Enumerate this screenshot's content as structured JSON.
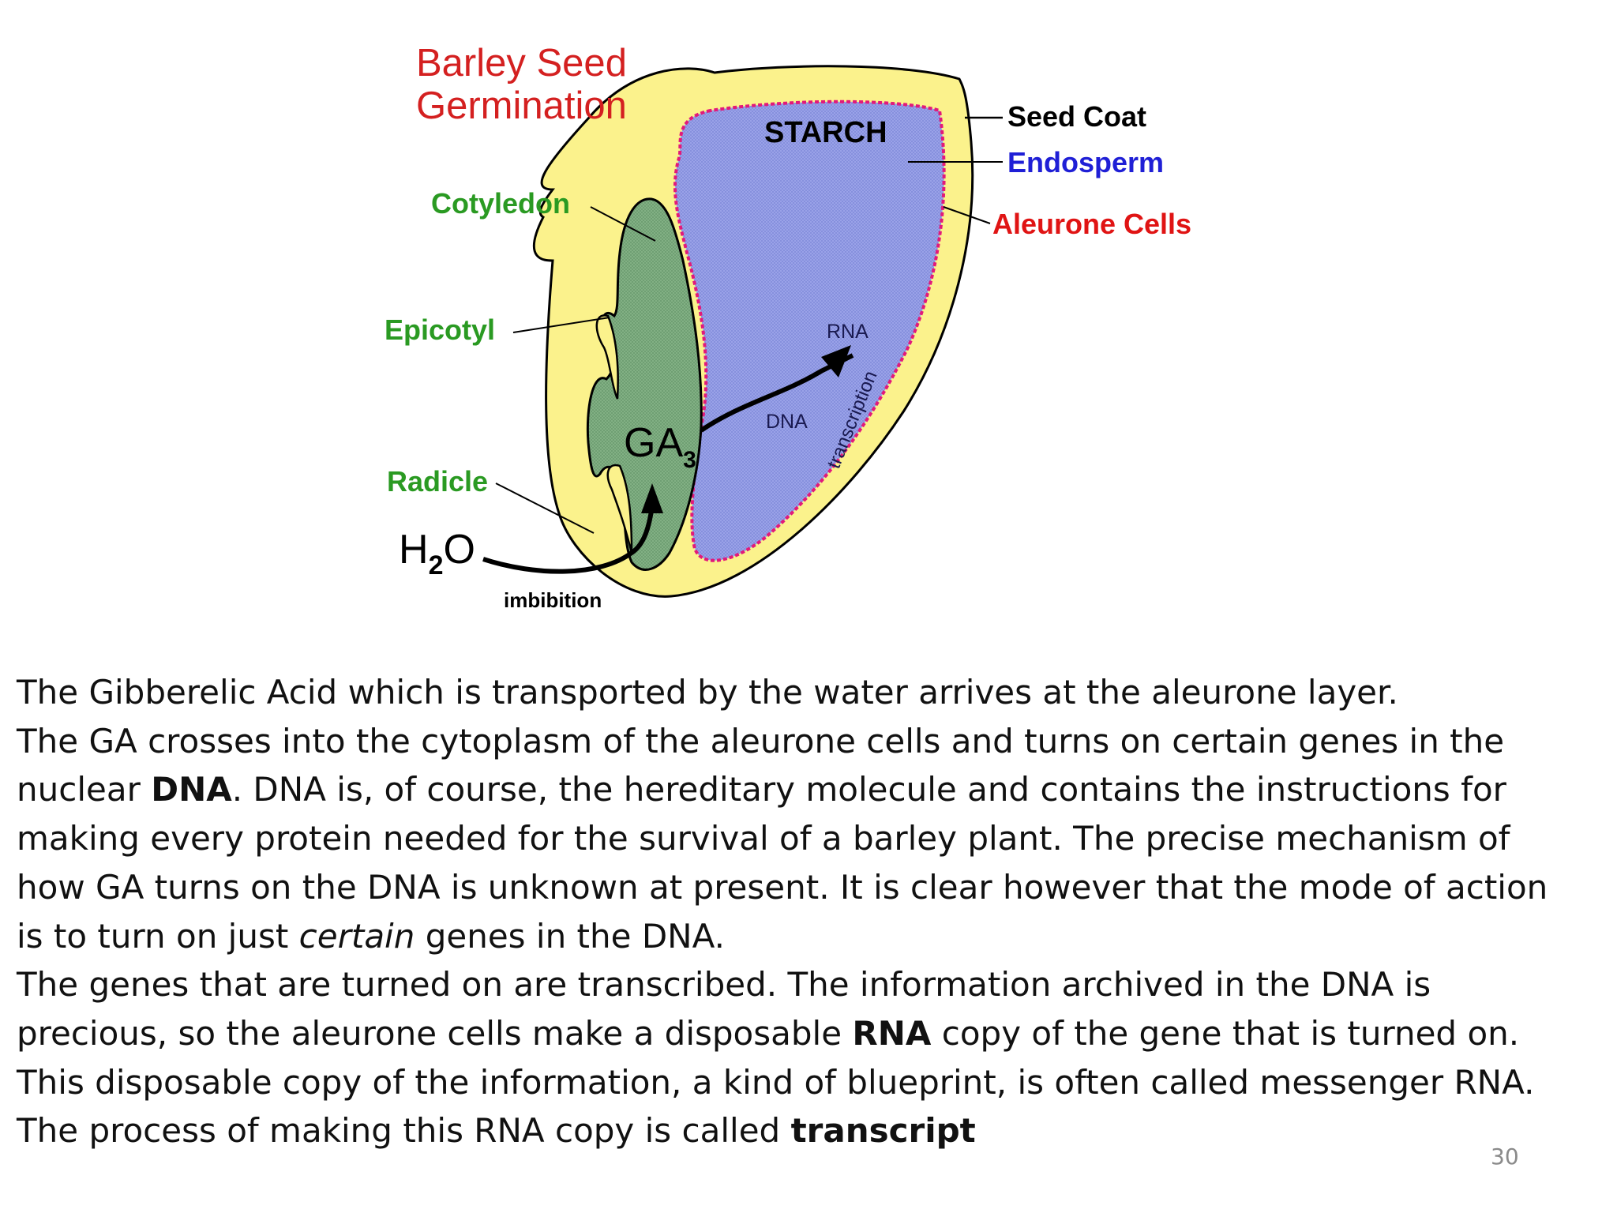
{
  "diagram": {
    "title_line1": "Barley Seed",
    "title_line2": "Germination",
    "labels": {
      "starch": "STARCH",
      "seed_coat": "Seed Coat",
      "endosperm": "Endosperm",
      "aleurone": "Aleurone Cells",
      "cotyledon": "Cotyledon",
      "epicotyl": "Epicotyl",
      "radicle": "Radicle",
      "h2o_h": "H",
      "h2o_sub": "2",
      "h2o_o": "O",
      "imbibition": "imbibition",
      "ga_base": "GA",
      "ga_sub": "3",
      "dna": "DNA",
      "rna": "RNA",
      "transcription": "transcription"
    },
    "colors": {
      "title": "#d42020",
      "seed_coat_fill": "#fbf28c",
      "embryo_fill": "#7fae82",
      "endosperm_fill": "#9aa2e8",
      "aleurone_line": "#e2197a",
      "green_label": "#2a9a22",
      "blue_label": "#1f1fd6",
      "red_label": "#e01414"
    }
  },
  "text": {
    "p1": "The Gibberelic Acid which is transported by the water arrives at the aleurone layer.",
    "p2_l1": "The GA crosses into the cytoplasm of the aleurone cells and turns on certain genes in the",
    "p2_l2_a": "nuclear ",
    "p2_l2_b": "DNA",
    "p2_l2_c": ". DNA is, of course, the hereditary molecule and contains the instructions for",
    "p2_l3": "making every protein needed for the survival of a barley plant. The precise mechanism of",
    "p2_l4": "how GA turns on the DNA is unknown at present. It is clear however that the mode of action",
    "p2_l5_a": "is to turn on just ",
    "p2_l5_b": "certain",
    "p2_l5_c": " genes in the DNA.",
    "p3_l1": "The genes that are turned on are transcribed. The information archived in the DNA is",
    "p3_l2_a": "precious, so the aleurone cells make a disposable ",
    "p3_l2_b": "RNA",
    "p3_l2_c": " copy of the gene that is turned on.",
    "p3_l3": "This disposable copy of the information, a kind of blueprint, is often called messenger RNA.",
    "p3_l4_a": "The process of making this RNA copy is called ",
    "p3_l4_b": "transcript"
  },
  "page_number": "30"
}
